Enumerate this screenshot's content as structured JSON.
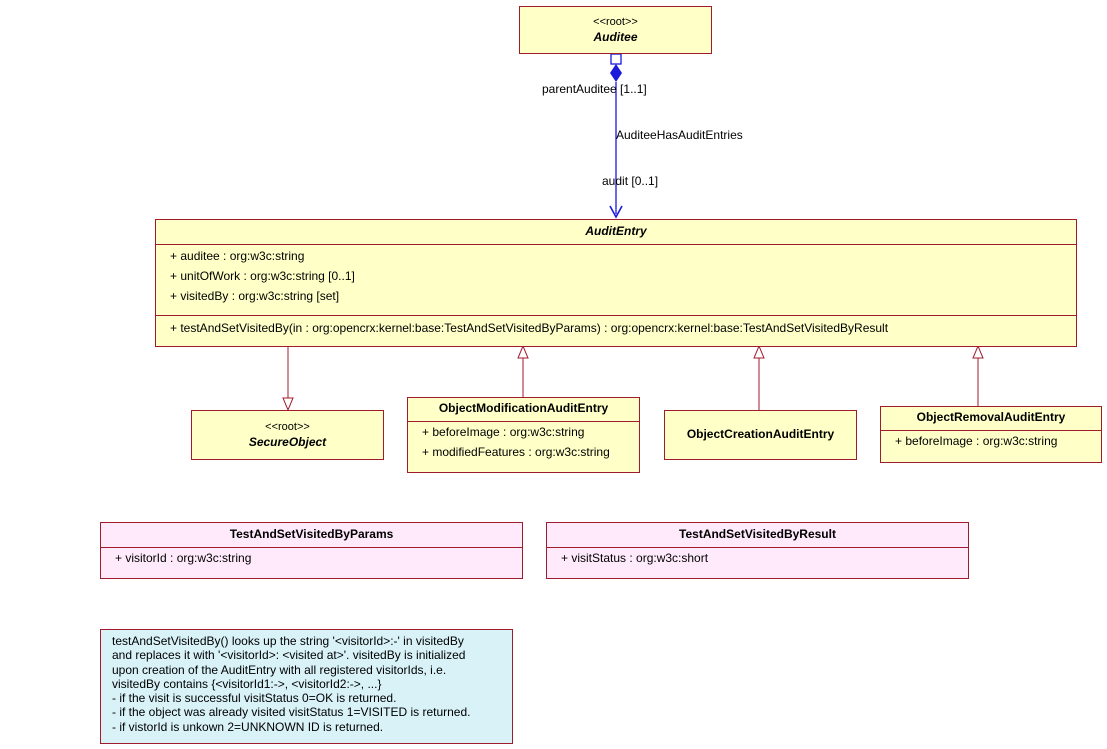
{
  "colors": {
    "class_fill": "#ffffc8",
    "struct_fill": "#ffeafb",
    "note_fill": "#d8f2f8",
    "border": "#a01b2c",
    "association": "#1a1adc"
  },
  "classes": {
    "auditee": {
      "stereotype": "<<root>>",
      "name": "Auditee"
    },
    "audit_entry": {
      "name": "AuditEntry",
      "attributes": [
        "+ auditee : org:w3c:string",
        "+ unitOfWork : org:w3c:string [0..1]",
        "+ visitedBy : org:w3c:string [set]"
      ],
      "operations": [
        "+ testAndSetVisitedBy(in : org:opencrx:kernel:base:TestAndSetVisitedByParams) : org:opencrx:kernel:base:TestAndSetVisitedByResult"
      ]
    },
    "secure_object": {
      "stereotype": "<<root>>",
      "name": "SecureObject"
    },
    "object_modification": {
      "name": "ObjectModificationAuditEntry",
      "attributes": [
        "+ beforeImage : org:w3c:string",
        "+ modifiedFeatures : org:w3c:string"
      ]
    },
    "object_creation": {
      "name": "ObjectCreationAuditEntry"
    },
    "object_removal": {
      "name": "ObjectRemovalAuditEntry",
      "attributes": [
        "+ beforeImage : org:w3c:string"
      ]
    },
    "params": {
      "name": "TestAndSetVisitedByParams",
      "attributes": [
        "+ visitorId : org:w3c:string"
      ]
    },
    "result": {
      "name": "TestAndSetVisitedByResult",
      "attributes": [
        "+ visitStatus : org:w3c:short"
      ]
    }
  },
  "association": {
    "name": "AuditeeHasAuditEntries",
    "end_parent": "parentAuditee [1..1]",
    "end_audit": "audit [0..1]"
  },
  "note": {
    "lines": [
      "testAndSetVisitedBy() looks up the string '<visitorId>:-' in visitedBy",
      "and replaces it with '<visitorId>: <visited at>'. visitedBy is initialized",
      "upon creation of the AuditEntry with all registered visitorIds, i.e.",
      "visitedBy contains {<visitorId1:->, <visitorId2:->, ...}",
      "- if the visit is successful visitStatus 0=OK is returned.",
      "- if the object was already visited visitStatus 1=VISITED is returned.",
      "- if vistorId is unkown 2=UNKNOWN ID is returned."
    ]
  }
}
